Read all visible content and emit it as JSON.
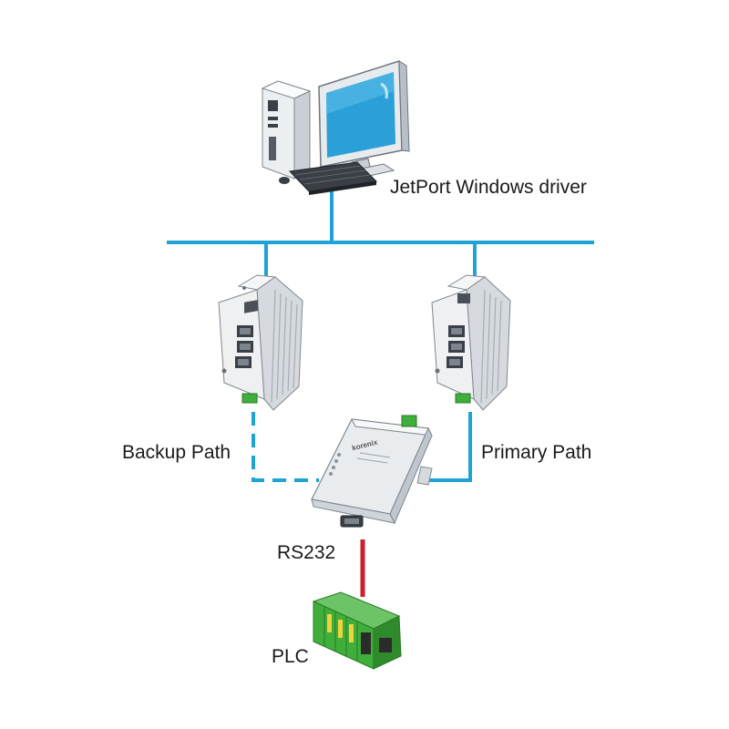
{
  "labels": {
    "host": "JetPort Windows driver",
    "backup_path": "Backup Path",
    "primary_path": "Primary Path",
    "serial": "RS232",
    "plc": "PLC"
  },
  "device": {
    "brand": "korenix"
  },
  "colors": {
    "network_line": "#1fa3d6",
    "serial_line": "#cc1f2d",
    "switch_body": "#e6e9ec",
    "device_body": "#dfe4e8",
    "plc_body": "#3fae3a"
  },
  "icons": [
    "desktop-computer-icon",
    "ethernet-switch-icon",
    "serial-device-server-icon",
    "plc-icon"
  ]
}
